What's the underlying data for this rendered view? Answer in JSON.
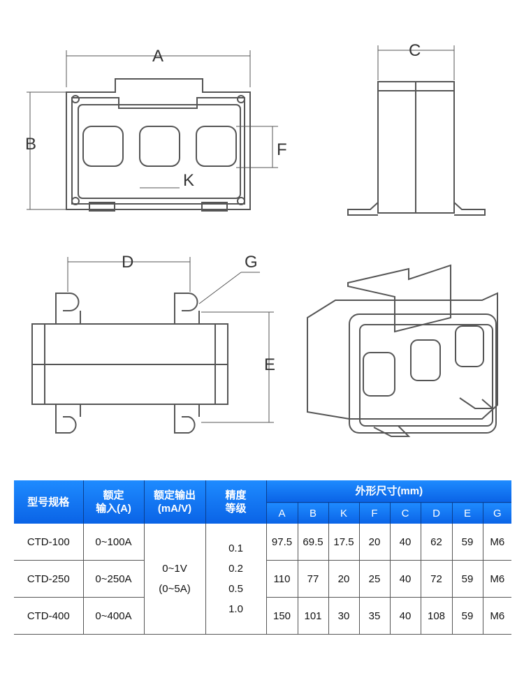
{
  "dimension_labels": {
    "A": "A",
    "B": "B",
    "C": "C",
    "D": "D",
    "E": "E",
    "F": "F",
    "G": "G",
    "K": "K"
  },
  "table": {
    "headers": {
      "model": "型号规格",
      "input_l1": "额定",
      "input_l2": "输入(A)",
      "output_l1": "额定输出",
      "output_l2": "(mA/V)",
      "accuracy_l1": "精度",
      "accuracy_l2": "等级",
      "dims": "外形尺寸(mm)"
    },
    "dim_cols": [
      "A",
      "B",
      "K",
      "F",
      "C",
      "D",
      "E",
      "G"
    ],
    "output": [
      "0~1V",
      "(0~5A)"
    ],
    "accuracy": [
      "0.1",
      "0.2",
      "0.5",
      "1.0"
    ],
    "rows": [
      {
        "model": "CTD-100",
        "input": "0~100A",
        "dims": [
          "97.5",
          "69.5",
          "17.5",
          "20",
          "40",
          "62",
          "59",
          "M6"
        ]
      },
      {
        "model": "CTD-250",
        "input": "0~250A",
        "dims": [
          "110",
          "77",
          "20",
          "25",
          "40",
          "72",
          "59",
          "M6"
        ]
      },
      {
        "model": "CTD-400",
        "input": "0~400A",
        "dims": [
          "150",
          "101",
          "30",
          "35",
          "40",
          "108",
          "59",
          "M6"
        ]
      }
    ]
  },
  "colors": {
    "header_blue": "#0a63e6",
    "line": "#555555"
  }
}
